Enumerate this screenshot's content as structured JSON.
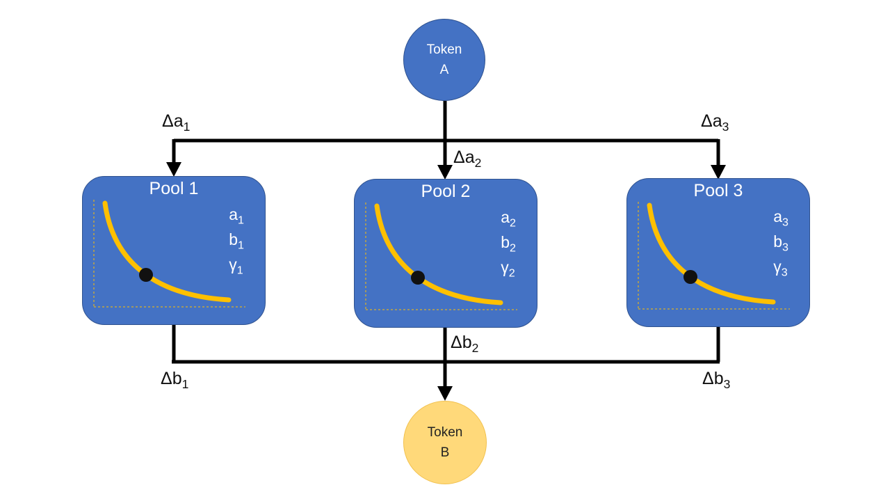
{
  "token_a": {
    "line1": "Token",
    "line2": "A",
    "fill": "#4472c4"
  },
  "token_b": {
    "line1": "Token",
    "line2": "B",
    "fill": "#ffd97a"
  },
  "pools": [
    {
      "title": "Pool 1",
      "a": "a",
      "a_sub": "1",
      "b": "b",
      "b_sub": "1",
      "g": "γ",
      "g_sub": "1"
    },
    {
      "title": "Pool 2",
      "a": "a",
      "a_sub": "2",
      "b": "b",
      "b_sub": "2",
      "g": "γ",
      "g_sub": "2"
    },
    {
      "title": "Pool 3",
      "a": "a",
      "a_sub": "3",
      "b": "b",
      "b_sub": "3",
      "g": "γ",
      "g_sub": "3"
    }
  ],
  "flows": {
    "da1": {
      "base": "Δa",
      "sub": "1"
    },
    "da2": {
      "base": "Δa",
      "sub": "2"
    },
    "da3": {
      "base": "Δa",
      "sub": "3"
    },
    "db1": {
      "base": "Δb",
      "sub": "1"
    },
    "db2": {
      "base": "Δb",
      "sub": "2"
    },
    "db3": {
      "base": "Δb",
      "sub": "3"
    }
  },
  "colors": {
    "pool_fill": "#4472c4",
    "curve": "#ffc000",
    "connector": "#000000"
  }
}
